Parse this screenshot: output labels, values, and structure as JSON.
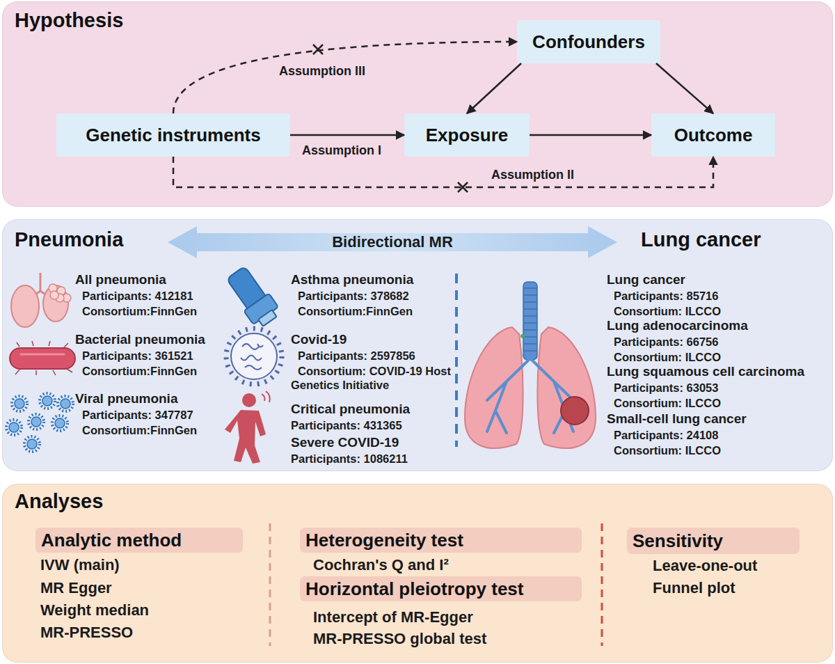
{
  "diagram": {
    "nodes": [
      {
        "text": [
          "Hypothesis"
        ]
      },
      {
        "text": [
          "Confounders"
        ],
        "in": 0
      },
      {
        "text": [
          "Genetic instruments"
        ],
        "in": 0
      },
      {
        "text": [
          "Exposure"
        ],
        "in": 0
      },
      {
        "text": [
          "Outcome"
        ],
        "in": 0
      },
      {
        "text": [
          "Pneumonia",
          "Lung cancer"
        ]
      },
      {
        "text": [
          "Bidirectional MR"
        ],
        "in": 5
      },
      {
        "text": [
          "Analyses"
        ]
      },
      {
        "text": [
          "Analytic method"
        ],
        "in": 7
      },
      {
        "text": [
          "Heterogeneity test"
        ],
        "in": 7
      },
      {
        "text": [
          "Horizontal pleiotropy test"
        ],
        "in": 7
      },
      {
        "text": [
          "Sensitivity"
        ],
        "in": 7
      }
    ],
    "edges": [
      {
        "from": 2,
        "to": 3,
        "arrow": "to",
        "label": "Assumption I"
      },
      {
        "from": 3,
        "to": 4,
        "arrow": "to"
      },
      {
        "from": 1,
        "to": 3,
        "arrow": "to"
      },
      {
        "from": 1,
        "to": 4,
        "arrow": "to"
      },
      {
        "from": 2,
        "to": 1,
        "arrow": "to",
        "label": "Assumption III"
      },
      {
        "from": 2,
        "to": 4,
        "arrow": "to",
        "label": "Assumption II"
      }
    ],
    "labels": [
      "All pneumonia",
      "Participants: 412181",
      "Consortium:FinnGen",
      "Bacterial pneumonia",
      "Participants: 361521",
      "Consortium:FinnGen",
      "Viral pneumonia",
      "Participants: 347787",
      "Consortium:FinnGen",
      "Asthma pneumonia",
      "Participants: 378682",
      "Consortium:FinnGen",
      "Covid-19",
      "Participants: 2597856",
      "Consortium: COVID-19 Host Genetics Initiative",
      "Critical pneumonia",
      "Participants: 431365",
      "Severe COVID-19",
      "Participants: 1086211",
      "Lung cancer",
      "Participants: 85716",
      "Consortium: ILCCO",
      "Lung adenocarcinoma",
      "Participants: 66756",
      "Consortium: ILCCO",
      "Lung squamous cell carcinoma",
      "Participants: 63053",
      "Consortium: ILCCO",
      "Small-cell lung cancer",
      "Participants: 24108",
      "Consortium: ILCCO",
      "IVW (main)",
      "MR Egger",
      "Weight median",
      "MR-PRESSO",
      "Cochran's Q and I²",
      "Intercept of MR-Egger",
      "MR-PRESSO global test",
      "Leave-one-out",
      "Funnel plot"
    ]
  }
}
